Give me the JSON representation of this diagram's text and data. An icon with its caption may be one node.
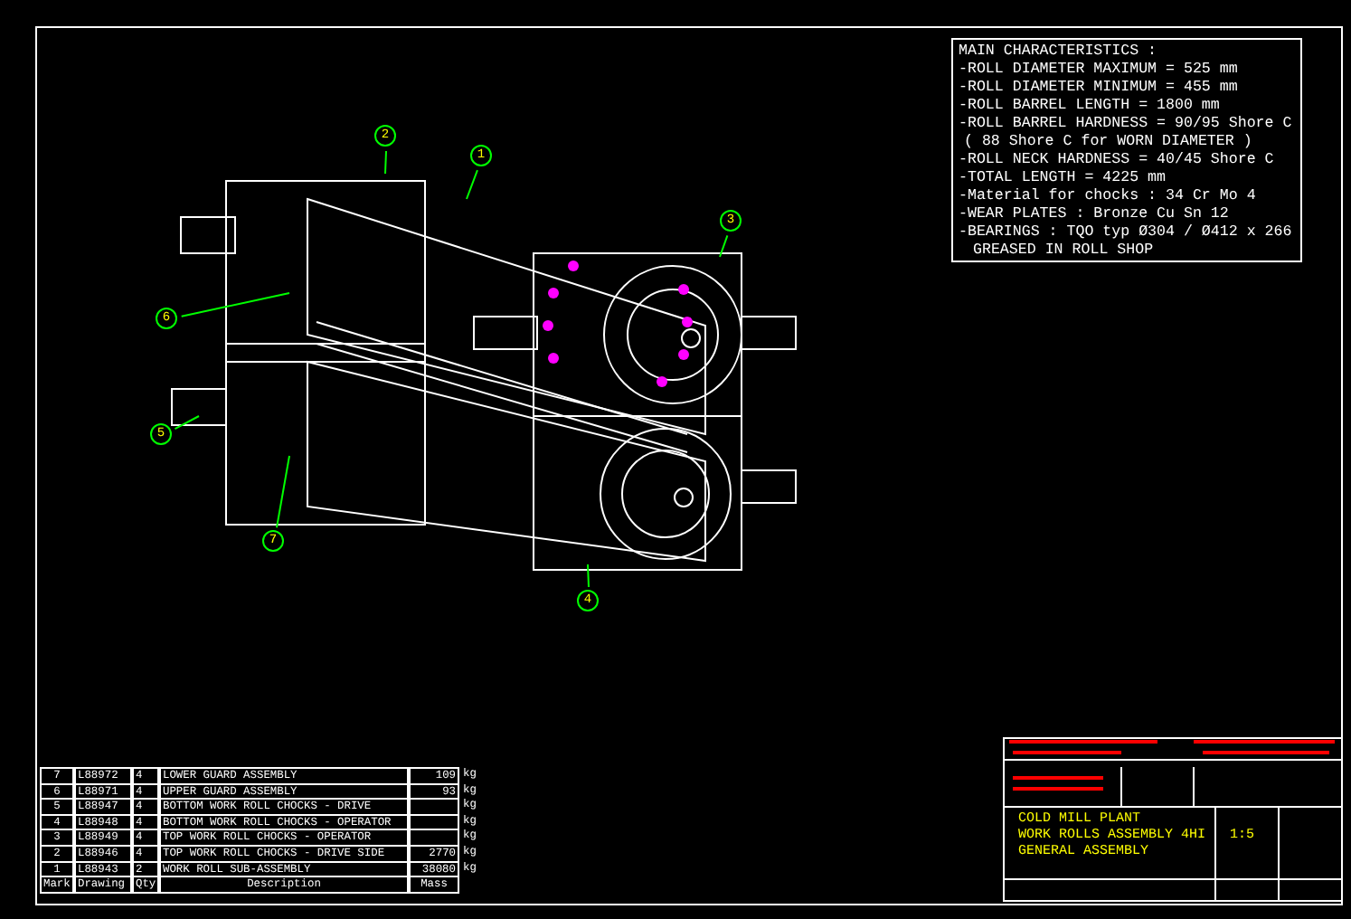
{
  "diagram": {
    "nodes": [
      {
        "text": [
          "MAIN CHARACTERISTICS :",
          "-ROLL DIAMETER MAXIMUM = 525 mm",
          "-ROLL DIAMETER MINIMUM = 455 mm",
          "-ROLL BARREL LENGTH = 1800 mm",
          "-ROLL BARREL HARDNESS = 90/95 Shore C",
          "( 88 Shore C for WORN DIAMETER )",
          "-ROLL NECK HARDNESS = 40/45 Shore C",
          "-TOTAL LENGTH = 4225 mm",
          "-Material for chocks : 34 Cr Mo 4",
          "-WEAR PLATES : Bronze Cu Sn 12",
          "-BEARINGS : TQO typ Ø304 / Ø412 x 266",
          "GREASED IN ROLL SHOP"
        ]
      },
      {
        "text": [
          "2"
        ]
      },
      {
        "text": [
          "1"
        ]
      },
      {
        "text": [
          "3"
        ]
      },
      {
        "text": [
          "6"
        ]
      },
      {
        "text": [
          "5"
        ]
      },
      {
        "text": [
          "7"
        ]
      },
      {
        "text": [
          "4"
        ]
      }
    ],
    "edges": [
      {
        "from": 1,
        "to": null,
        "arrow": "none"
      },
      {
        "from": 2,
        "to": null,
        "arrow": "none"
      },
      {
        "from": 3,
        "to": null,
        "arrow": "none"
      },
      {
        "from": 4,
        "to": null,
        "arrow": "none"
      },
      {
        "from": 5,
        "to": null,
        "arrow": "none"
      },
      {
        "from": 6,
        "to": null,
        "arrow": "none"
      },
      {
        "from": 7,
        "to": null,
        "arrow": "none"
      }
    ],
    "labels": [
      "7",
      "L88972",
      "4",
      "LOWER GUARD ASSEMBLY",
      "109",
      "kg",
      "6",
      "L88971",
      "4",
      "UPPER GUARD ASSEMBLY",
      "93",
      "kg",
      "5",
      "L88947",
      "4",
      "BOTTOM WORK ROLL CHOCKS - DRIVE",
      "kg",
      "4",
      "L88948",
      "4",
      "BOTTOM WORK ROLL CHOCKS - OPERATOR",
      "kg",
      "3",
      "L88949",
      "4",
      "TOP WORK ROLL CHOCKS - OPERATOR",
      "kg",
      "2",
      "L88946",
      "4",
      "TOP WORK ROLL CHOCKS - DRIVE SIDE",
      "2770",
      "kg",
      "1",
      "L88943",
      "2",
      "WORK ROLL SUB-ASSEMBLY",
      "38080",
      "kg",
      "Mark",
      "Drawing",
      "Qty",
      "Description",
      "Mass",
      "COLD MILL PLANT",
      "WORK ROLLS ASSEMBLY 4HI",
      "GENERAL ASSEMBLY",
      "1:5"
    ]
  }
}
